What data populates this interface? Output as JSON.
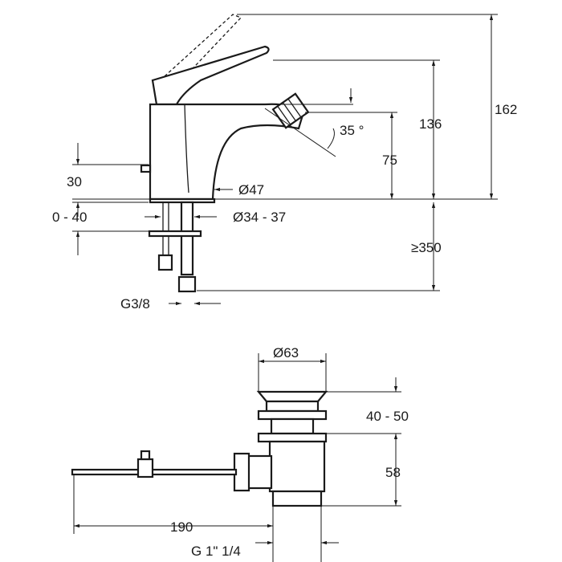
{
  "mixer": {
    "height_total": "162",
    "height_spout": "136",
    "spout_angle": "35 °",
    "spout_outlet_height": "75",
    "lever_offset": "30",
    "base_diameter": "Ø47",
    "deck_thickness": "0 - 40",
    "hole_diameter": "Ø34 - 37",
    "hose_length": "≥350",
    "connection": "G3/8"
  },
  "waste": {
    "plug_diameter": "Ø63",
    "plug_height": "40 - 50",
    "body_height": "58",
    "rod_length": "190",
    "thread": "G 1\" 1/4"
  }
}
